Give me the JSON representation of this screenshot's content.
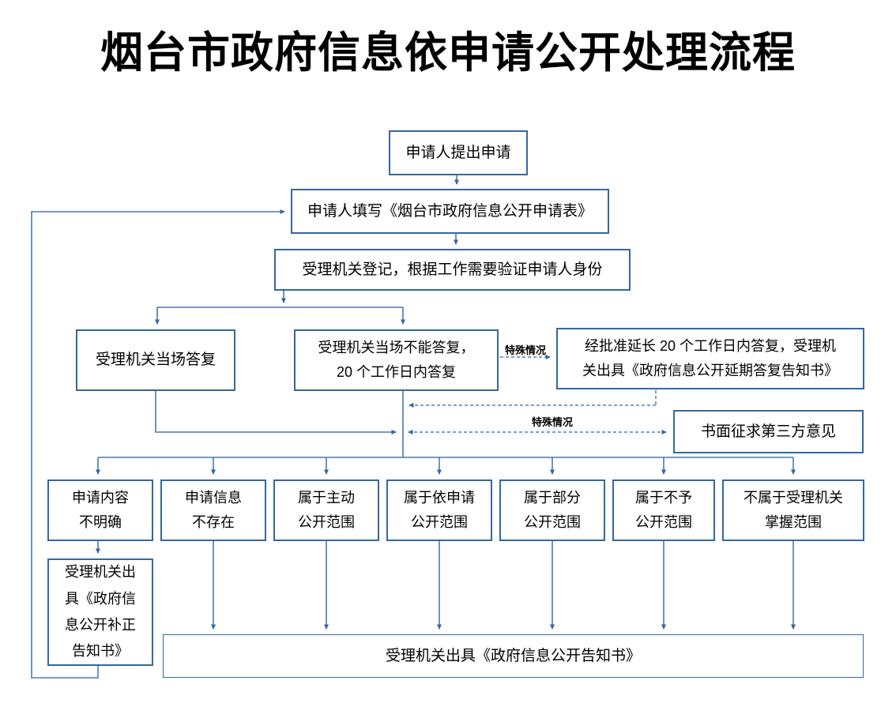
{
  "title": "烟台市政府信息依申请公开处理流程",
  "colors": {
    "box_border": "#35689c",
    "connector": "#4a7aad",
    "dashed_connector": "#4f81bd",
    "text": "#000000"
  },
  "labels": {
    "special_case": "特殊情况"
  },
  "nodes": {
    "apply": [
      "申请人提出申请"
    ],
    "fill_form": [
      "申请人填写《烟台市政府信息公开申请表》"
    ],
    "register": [
      "受理机关登记，根据工作需要验证申请人身份"
    ],
    "reply_onsite": [
      "受理机关当场答复"
    ],
    "reply_within_20_days": [
      "受理机关当场不能答复，",
      "20 个工作日内答复"
    ],
    "extended_reply": [
      "经批准延长 20 个工作日内答复，受理机",
      "关出具《政府信息公开延期答复告知书》"
    ],
    "third_party_opinion": [
      "书面征求第三方意见"
    ],
    "content_unclear": [
      "申请内容",
      "不明确"
    ],
    "info_not_exist": [
      "申请信息",
      "不存在"
    ],
    "proactive_scope": [
      "属于主动",
      "公开范围"
    ],
    "on_request_scope": [
      "属于依申请",
      "公开范围"
    ],
    "partial_scope": [
      "属于部分",
      "公开范围"
    ],
    "non_disclosure_scope": [
      "属于不予",
      "公开范围"
    ],
    "not_held_scope": [
      "不属于受理机关",
      "掌握范围"
    ],
    "supplement_notice": [
      "受理机关出",
      "具《政府信",
      "息公开补正",
      "告知书》"
    ],
    "final_notice": [
      "受理机关出具《政府信息公开告知书》"
    ]
  }
}
